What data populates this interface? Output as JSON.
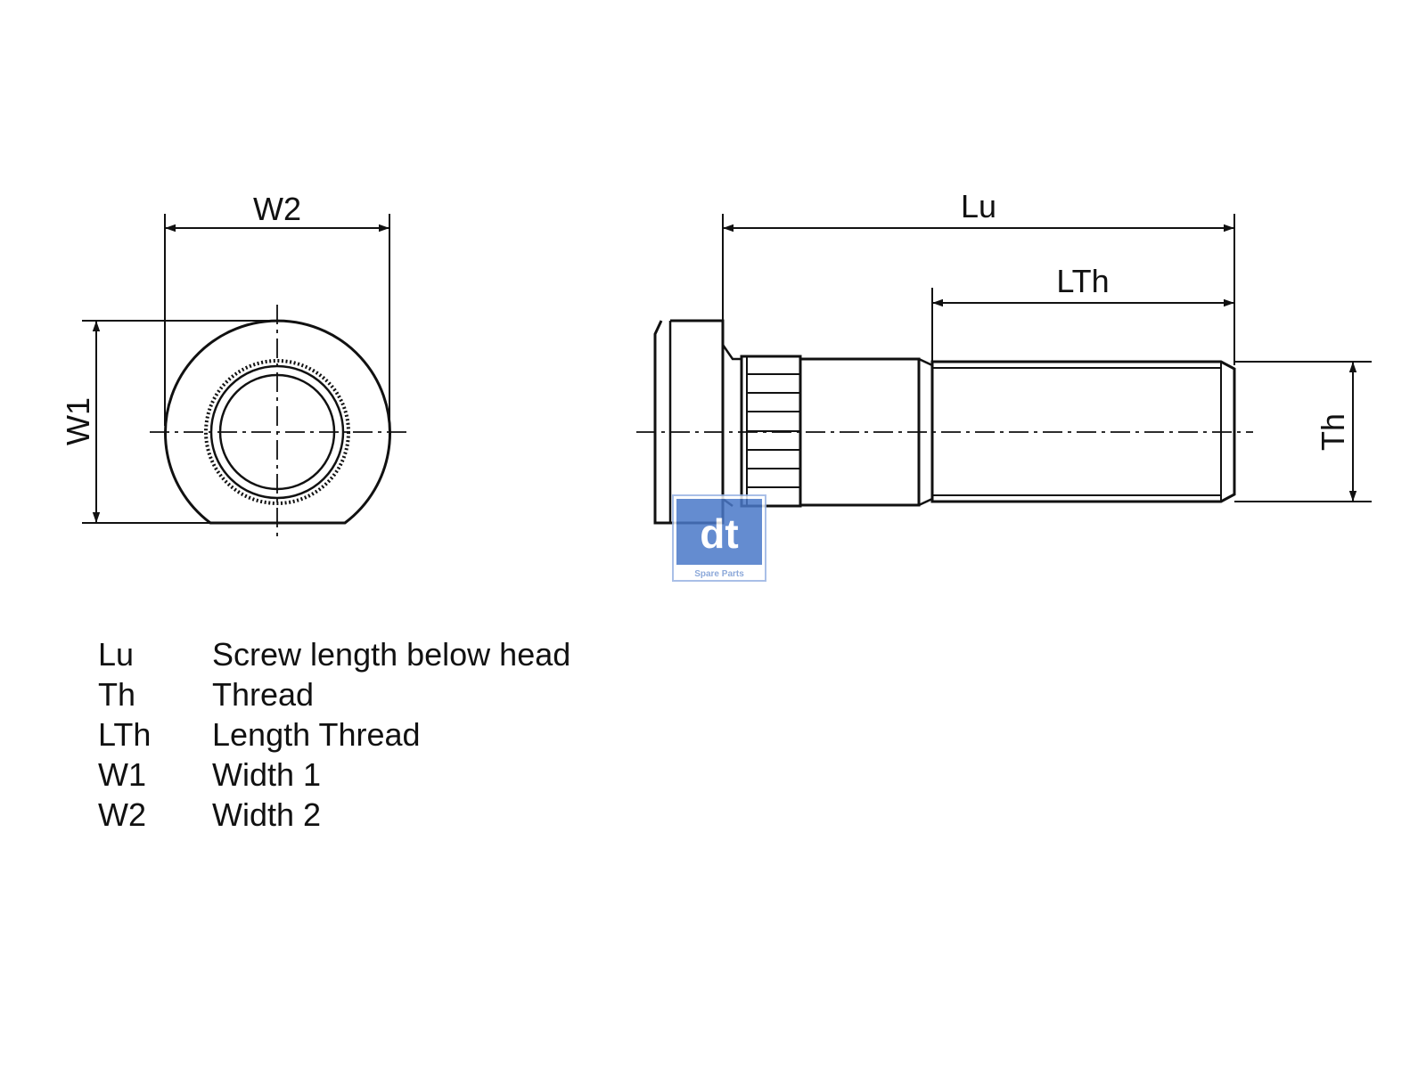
{
  "dimensions": {
    "w2": "W2",
    "w1": "W1",
    "lu": "Lu",
    "lth": "LTh",
    "th": "Th"
  },
  "legend": [
    {
      "abbr": "Lu",
      "desc": "Screw length below head"
    },
    {
      "abbr": "Th",
      "desc": "Thread"
    },
    {
      "abbr": "LTh",
      "desc": "Length Thread"
    },
    {
      "abbr": "W1",
      "desc": "Width 1"
    },
    {
      "abbr": "W2",
      "desc": "Width 2"
    }
  ],
  "logo": {
    "word": "dt",
    "caption": "Spare Parts",
    "color": "#4a78c8"
  }
}
